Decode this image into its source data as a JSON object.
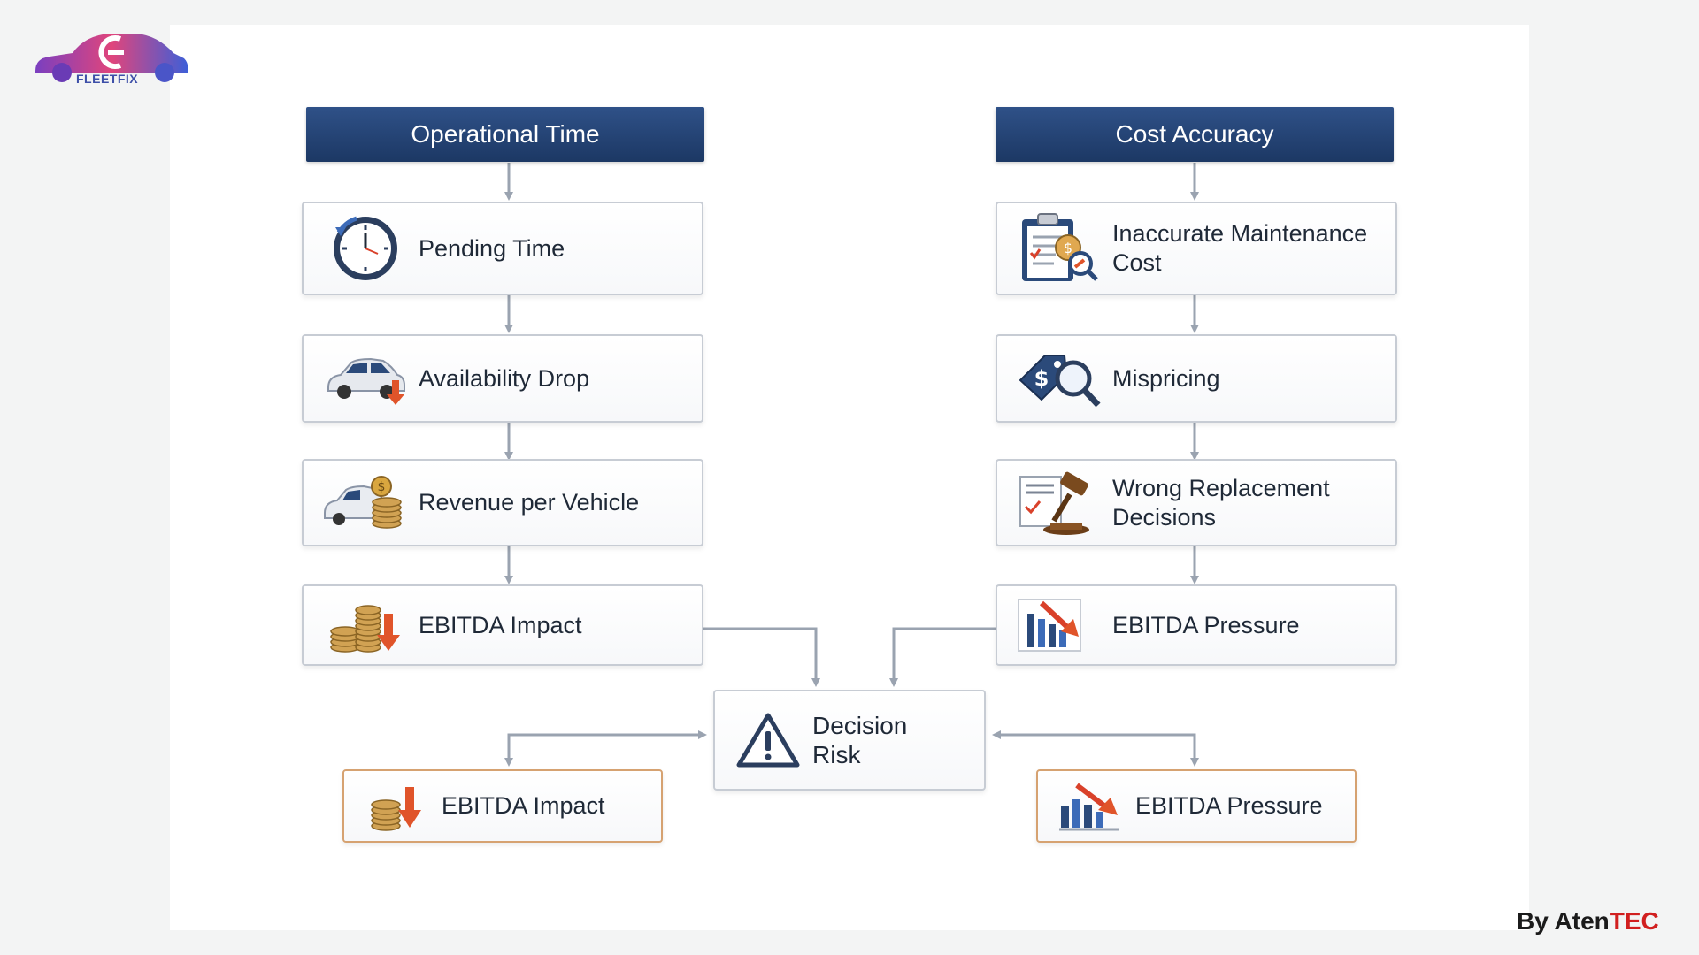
{
  "brand": {
    "logo_text": "FLEETFIX"
  },
  "columns": {
    "left": {
      "header": "Operational Time",
      "steps": [
        "Pending Time",
        "Availability Drop",
        "Revenue per Vehicle",
        "EBITDA Impact"
      ]
    },
    "right": {
      "header": "Cost Accuracy",
      "steps": [
        "Inaccurate Maintenance Cost",
        "Mispricing",
        "Wrong Replacement Decisions",
        "EBITDA Pressure"
      ]
    }
  },
  "decision": {
    "label": "Decision Risk"
  },
  "outcomes": {
    "left": "EBITDA Impact",
    "right": "EBITDA Pressure"
  },
  "byline": {
    "prefix": "By Aten",
    "suffix": "TEC"
  },
  "colors": {
    "header": "#1c3864",
    "outcome_border": "#d6a271",
    "card_border": "#c7ccd4",
    "connector": "#9aa3b0",
    "accent_red": "#d11f1f"
  },
  "icons": [
    "clock-icon",
    "car-down-icon",
    "car-coins-icon",
    "coins-down-icon",
    "clipboard-dollar-icon",
    "price-tag-magnifier-icon",
    "gavel-document-icon",
    "bar-chart-down-icon",
    "warning-icon"
  ]
}
